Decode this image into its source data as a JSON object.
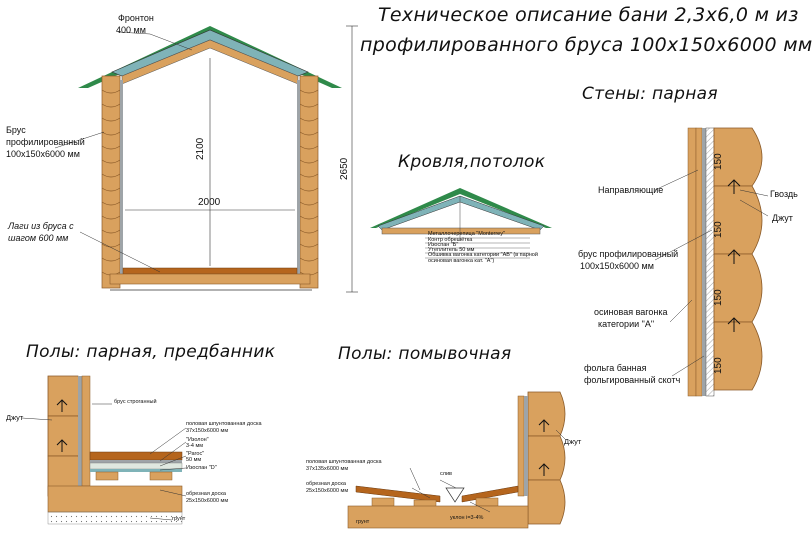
{
  "title": {
    "line1": "Техническое описание бани 2,3х6,0 м из",
    "line2": "профилированного бруса 100х150х6000 мм"
  },
  "section_front": {
    "fronton_label": "Фронтон",
    "fronton_size": "400 мм",
    "beam_label_1": "Брус",
    "beam_label_2": "профилированный",
    "beam_label_3": "100х150х6000 мм",
    "lag_label_1": "Лаги из бруса с",
    "lag_label_2": "шагом 600 мм",
    "dim_height_inner": "2100",
    "dim_width": "2000",
    "dim_height_total": "2650"
  },
  "section_roof": {
    "title": "Кровля,потолок",
    "legend": [
      "Металлочерепица \"Monterrey\"",
      "Контр обрешётка",
      "Изоспан \"Б\"",
      "Утеплитель 50 мм",
      "Обшивка вагонка категории \"АВ\" (в парной",
      "осиновая вагонка кат. \"А\")"
    ]
  },
  "section_walls": {
    "title": "Стены: парная",
    "label_guides": "Направляющие",
    "label_nail": "Гвоздь",
    "label_jute": "Джут",
    "label_beam_1": "брус профилированный",
    "label_beam_2": "100х150х6000 мм",
    "label_aspen_1": "осиновая вагонка",
    "label_aspen_2": "категории \"А\"",
    "label_foil_1": "фольга банная",
    "label_foil_2": "фольгированный скотч",
    "dims": [
      "150",
      "150",
      "150",
      "150"
    ]
  },
  "section_floor1": {
    "title": "Полы: парная, предбанник",
    "label_jute": "Джут",
    "label_planed": "брус строганный",
    "label_board_1": "половая шпунтованная доска",
    "label_board_2": "37х150х6000 мм",
    "label_izolon": "\"Изолон\"",
    "label_izolon_size": "3-4 мм",
    "label_rags": "\"Рагос\"",
    "label_rags_size": "50 мм",
    "label_izospan": "Изоспан \"D\"",
    "label_edged_1": "обрезная доска",
    "label_edged_2": "25х150х6000 мм",
    "label_ground": "грунт"
  },
  "section_floor2": {
    "title": "Полы: помывочная",
    "label_board_1": "половая шпунтованная доска",
    "label_board_2": "37х135х6000 мм",
    "label_edged_1": "обрезная доска",
    "label_edged_2": "25х150х6000 мм",
    "label_drain": "слив",
    "label_slope": "уклон i=3-4%",
    "label_ground": "грунт",
    "label_jute": "Джут"
  },
  "colors": {
    "wood": "#d9a15e",
    "wood_dark": "#a8743c",
    "roof_green": "#2f8a4a",
    "roof_fill": "#7fb3b8",
    "floor_brown": "#b5651d",
    "foil": "#9ea4a8"
  }
}
